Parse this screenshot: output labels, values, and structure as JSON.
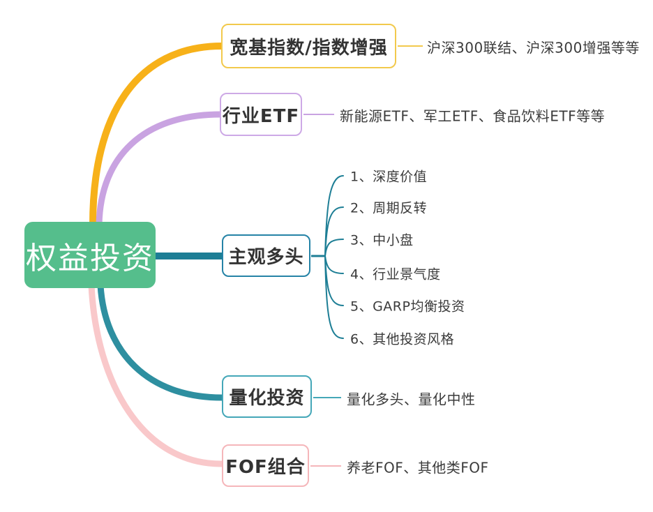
{
  "root": {
    "label": "权益投资",
    "fill_color": "#55BE8C",
    "text_color": "#FFFFFF"
  },
  "branches": [
    {
      "label": "宽基指数/指数增强",
      "detail": "沪深300联结、沪深300增强等等",
      "line_color": "#F7B119",
      "border_color": "#F2C94C"
    },
    {
      "label": "行业ETF",
      "detail": "新能源ETF、军工ETF、食品饮料ETF等等",
      "line_color": "#C9A3E1",
      "border_color": "#CDA9E6"
    },
    {
      "label": "主观多头",
      "line_color": "#1D7E95",
      "border_color": "#2583A6",
      "children": [
        "1、深度价值",
        "2、周期反转",
        "3、中小盘",
        "4、行业景气度",
        "5、GARP均衡投资",
        "6、其他投资风格"
      ]
    },
    {
      "label": "量化投资",
      "detail": "量化多头、量化中性",
      "line_color": "#2E8FA0",
      "border_color": "#44A7B8"
    },
    {
      "label": "FOF组合",
      "detail": "养老FOF、其他类FOF",
      "line_color": "#F9C8CA",
      "border_color": "#F5B6BA"
    }
  ]
}
